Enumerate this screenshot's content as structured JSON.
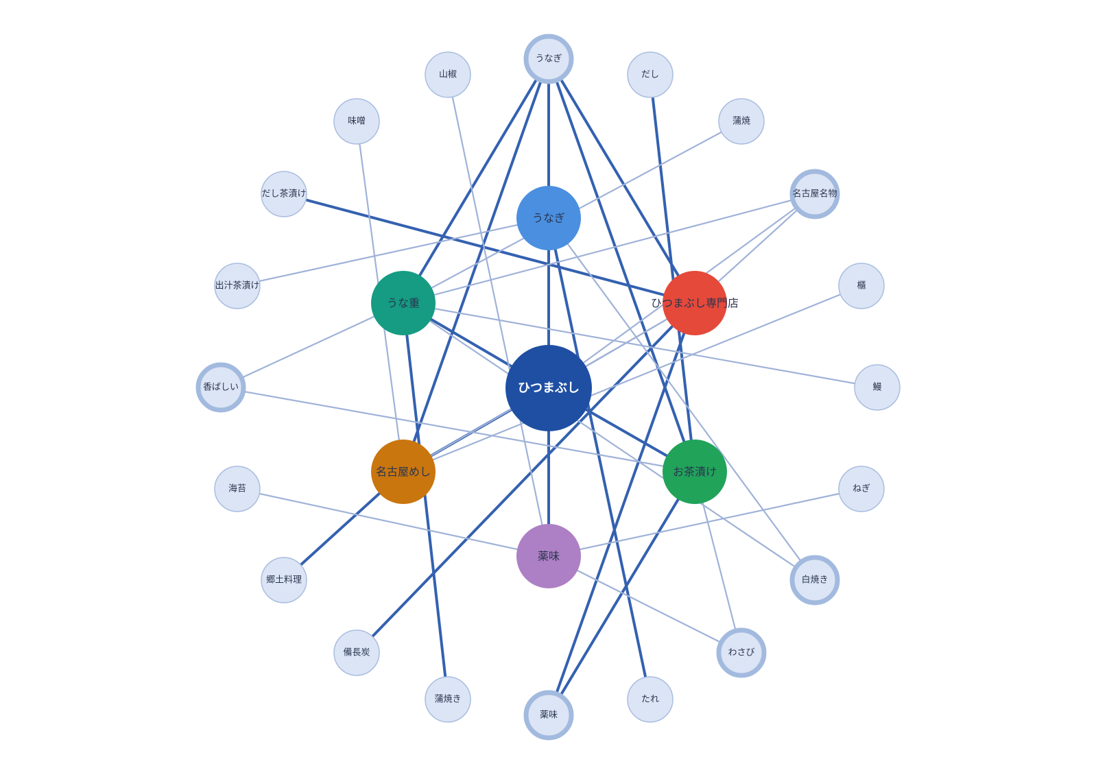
{
  "colors": {
    "center": "#1f4fa3",
    "unagi": "#4a8fe0",
    "unaju": "#159c82",
    "specialty_shop": "#e5493a",
    "nagoya_meshi": "#c9760e",
    "ochazuke": "#21a35a",
    "yakumi": "#ad7fc4",
    "outer_fill": "#dce5f5",
    "outer_stroke": "#a9bde0",
    "edge_strong": "#3461b0",
    "edge_weak": "#9fb2d8"
  },
  "nodes": {
    "center": "ひつまぶし",
    "inner": {
      "unagi": "うなぎ",
      "unaju": "うな重",
      "specialty_shop": "ひつまぶし専門店",
      "nagoya_meshi": "名古屋めし",
      "ochazuke": "お茶漬け",
      "yakumi": "薬味"
    },
    "outer": {
      "unagi_top": "うなぎ",
      "dashi": "だし",
      "kabayaki": "蒲焼",
      "nagoya_meibutsu": "名古屋名物",
      "hitsu": "櫃",
      "unagi_kanji": "鰻",
      "negi": "ねぎ",
      "shirayaki": "白焼き",
      "wasabi": "わさび",
      "tare": "たれ",
      "yakumi_bottom": "薬味",
      "kabayaki2": "蒲焼き",
      "binchotan": "備長炭",
      "kyodo_ryori": "郷土料理",
      "nori": "海苔",
      "koubashii": "香ばしい",
      "dashi_chazuke": "出汁茶漬け",
      "dashi_chazuke_hira": "だし茶漬け",
      "miso": "味噌",
      "sansho": "山椒"
    }
  }
}
